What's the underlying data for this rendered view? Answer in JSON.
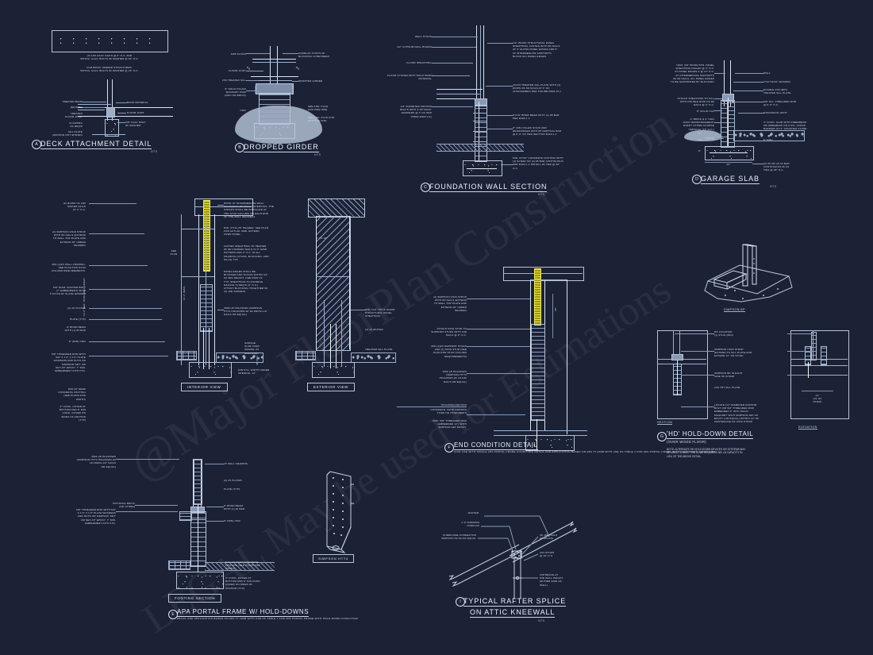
{
  "sheet": {
    "background": "#1c2236",
    "line_color": "#9fb0cc",
    "accent_strap_color": "#e8e03a",
    "watermark_line1": "@Major FloorPlan Construction",
    "watermark_line2": "LEGAL  May be used for Estimations"
  },
  "details": {
    "A": {
      "bubble": "A",
      "title": "DECK ATTACHMENT DETAIL",
      "scale": "NTS",
      "notes": [
        "(3) 10d GALV. NAILS @ 6\" O.C. AND\n5/8\"DIA. GALV. BOLTS W/ WASHER @ 30\" O.C.",
        "FOR BRICK VENEER STRUCTURES:\n5/8\"DIA. GALV. BOLTS W/ WASHER @ 16\" O.C."
      ],
      "labels": [
        "TREATED BAND",
        "DECKING",
        "TREATED\nFLOOR JOIST",
        "FLASHING\nAS REQ'D",
        "SILL PLATE\n(ANCHOR NOT SHOWN)",
        "BAND MATERIAL",
        "FLOOR JOIST",
        "5/8\" GALV. BOLT\nW/ WASHER"
      ]
    },
    "B": {
      "bubble": "B",
      "title": "DROPPED GIRDER",
      "scale": "NTS",
      "labels": [
        "SUB FLOOR",
        "FLOOR JOIST",
        "2x6 TREATED SILL",
        "8\" SOLID FILLED\nMASONRY PIER\n(CMU OR BRICK)",
        "CMU",
        "OVERLAP JOISTS W/\nBLOCKING IN BETWEEN",
        "DROPPED GIRDER",
        "SEE FND. PLAN\nFOR PIER SIZE",
        "SEE FND. PLAN FOR\nFOOTING SIZE",
        "24\" MIN.",
        "8\" MIN."
      ]
    },
    "C": {
      "bubble": "C",
      "title": "FOUNDATION WALL SECTION",
      "scale": "NTS",
      "labels_left": [
        "WALL STUDS",
        "1/2\" GYPSUM WALL BOARD",
        "FLOOR SHEATHING",
        "FLOOR SYSTEM WITH SOLID BAND\nMATERIAL",
        "1/2\" DIAMETER ANCHOR\nBOLTS WITH 2\"x2\"x3/16\"\nWASHERS @ 3' OC PER\nTABLE R403.1(1)"
      ],
      "labels_right": [
        "1/2\" WOOD STRUCTURAL PANEL\nSHEATHING, FASTEN WITH 8d NAILS\nAT 3\" ALONG PANEL EDGES AND 6\"\nAT INTERMEDIATE SUPPORTS.\nBLOCK ALL PANEL EDGES.",
        "(2)2x6 TREATED SILL PLATE WITH (2)\nROWS OF 8d NAILS AT 3\" OC\n(STAGGERED) PER FIGURE R602.10.1",
        "8\"x16\" BOND BEAM WITH (1) #5 BAR\nPER R403.1.1",
        "8\" CMU FILLED SOLID AND\nREINFORCED WITH #5 VERTICAL BAR\n@ 8'-0\" OC PER SECTION R404.1.1",
        "MIN. 24\"x8\" CONCRETE FOOTING WITH\n(3) #4 BAR OR (2) #5 BAR CONTINUOUS\nPER R403.1.1 INSTALL #4 TIES @ 48\"\nO.C."
      ]
    },
    "D": {
      "bubble": "D",
      "title": "GARAGE SLAB",
      "scale": "NTS",
      "labels_left": [
        "NOM. 3/8\" WOOD STR. PANEL\nSHEATHING NAILED @ 3\" O.C.\nAT PANEL EDGES & @ 12\" O.C.\nAT INTERMEDIATE SUPPORTS\nw/ 8d NAILS. ALL PANEL EDGES\nTO BE SUPPORTED BY BLOCKING",
        "ATTACH SHEATHING TO SILL\nWITH DOUBLE ROW OF 8d\nNAILS @ 3\" O.C.",
        "8\" SOLID CAP",
        "4\" BRICK & 4\" CMU\nJOINT REINFORCEMENT\nEVERY OTHER COURSE\nVERTICAL (16\" O.C.)",
        "GRADE"
      ],
      "labels_right": [
        "WALL",
        "2\"x2\"x3/16\" WASHER",
        "DOUBLE 2x6 (MIN)\nTREATED SILL PLATE",
        "5/8\" DIA. THREADED ROD\n@ 6'-0\" O.C.",
        "EXPANSION JOINT",
        "4\" CONC. SLAB WITH FIBERMESH\nOR WIREMESH ON 6 MIL. VAPOR\nBARRIER ON 4\" CRUSHED STONE",
        "8\" CMU",
        "(2) #5 OR (3) #4 BAR\nCONTINUOUS w/ #4\nTIES @ 48\" O.C."
      ],
      "dims": [
        "24\"",
        "8\"",
        "12\"",
        "8\""
      ]
    },
    "E": {
      "bubble": "E",
      "title": "APA PORTAL FRAME W/ HOLD-DOWNS",
      "subtitle": "DETAIL AND APPLICATION BASED ON APA TT-100B WITH USE OF TABLE 1\nFOR APA PORTAL FRAME WITH HOLD-DOWN CAPACITIES.",
      "view_labels": [
        "INTERIOR VIEW",
        "EXTERIOR VIEW",
        "FOOTING SECTION"
      ],
      "labels_left": [
        "(2) ROWS OF 16d\nSINKER NAILS\nAT 3\" O.C.",
        "(2) SIMPSON CS16 STRAP\nWITH 8d NAILS (EXTEND\nTO WALL TOP PLATE AND\nEXTEND 28\" UNDER\nHEADER)",
        "MIN (2)2X WALL FRAMING,\nSEE PLAN FOR STUD\nCOLUMN REQUIREMENTS.",
        "5/8\" DIAM. ANCHOR BOLT\n(7\" EMBEDMENT) WITH\n3\"x2\"x3/16\" PLATE WASHER",
        "(2) 2x PLATES",
        "PLATE (TYP)",
        "8\" BOND BEAM\nWITH (1) #4 BAR",
        "8\" (MIN) CMU",
        "5/8\" THREADED ROD WITH\n5/8\" x 1.5\" x 1.5\" PLATE\nWASHERS AND NUTS OR\nSIMPSON 'SET' OR\nSET-XP' EPOXY. 7\" MIN.\nEMBEDMENT INTO FTG.",
        "MIN 18\" DEEP\nCONCRETE FOOTING\n(SEE PLANS FOR\nWIDTH)",
        "3\" CONC. COVER AT\nBOTTOM AND 6\" MIN\nCONC. COVER ON\nSIDES OF ANCHOR\n(TYP)"
      ],
      "labels_mid": [
        "NOTE: AT INTERMEDIATE WALL\nSEGMENTS BETWEEN OPENINGS, THE\nSTRAPS SHALL BE INSTALLED AT\nTHE STUD COLUMN ON EACH END\nOF THE WALL SEGMENT.",
        "MIN. 3\"x11.25\" HEADER. SEE PLAN\nFOR ACTUAL SIZE. EXTEND\nOVER PANEL.",
        "FASTEN SHEATHING TO HEADER\nW/ 8d COMMON NAILS IN 3\" GRID\nPATTERN AND 3\" O.C. IN ALL\nFRAMING (STUDS, BLOCKING, AND\nSILLS) TYP.",
        "PANEL EDGES SHALL BE\nBLOCKED AND OCCUR WITHIN 24\"\nOF MID-HEIGHT. ONE ROW OF\nTYP. SHEATHING-TO-FRAMING\nNAILING IS REQ'D (3\" O.C.)\nATTACH BLOCKING TOGETHER W/\n(3) 16d SINKERS.",
        "3500 LB HOLDOWN (SIMPSON\nHTT4 HOLDOWN W/ 18-16dx2-1/2\"\nNAILS OR EQUAL)",
        "GARAGE\nSLAB OVER\nGRAVEL AS\nSPECIFIED",
        "MIN FTG. WIDTH UNDER\nOPENING: 12\"",
        "SEE\nPLAN",
        "10'-0\" MAX. TOTAL WALL HEIGHT",
        "16'-0\" (MAX)",
        "48\" MAX"
      ],
      "labels_right": [
        "6\" TO 18\"",
        "MIN 7/16\" THICK WOOD\nSTRUCTURAL PANEL\nSHEATHING",
        "(2) 2x PLATES",
        "TREATED SILL PLATE"
      ],
      "labels_footing": [
        "3500 LB HOLDOWN\n(SIMPSON HTT4 HOLDOWN W/\n18-16dx2-1/2\" NAILS\nOR EQUAL)",
        "OPTIONAL BRICK\n(OR OTHER)",
        "2X WALL FRAMING",
        "(2) 2x PLATES",
        "PLATE (TYP)",
        "8\" BOND BEAM\nWITH (1) #4 BAR",
        "8\" (MIN) CMU",
        "5/8\" THREADED ROD WITH 5/8\"\nx 1.5\" x 1.5\" PLATE WASHERS\nAND NUTS OR SIMPSON 'SET'\nOR SET-XP' EPOXY. 7\" MIN.\nEMBEDMENT INTO FTG.",
        "MIN 18\" DEEP CONCRETE\nFOOTING (SEE PLANS FOR\nWIDTH)",
        "3\" CONC. COVER AT\nBOTTOM AND 6\" MIN CONC.\nCOVER ON SIDES OF\nANCHOR (TYP)"
      ],
      "hardware_label": "SIMPSON HTT4"
    },
    "F": {
      "bubble": "F",
      "title": "END CONDITION DETAIL",
      "subtitle": "(FOR USE WITH SINGLE APA PORTAL\nFRAME CONDITION)\nDETAIL AND APPLICATION BASED ON APA\nTT-100B WITH USE OF TABLE 1 FOR APA PORTAL\nFRAME WITH HOLD-DOWN CAPACITIES.",
      "labels": [
        "(2) SIMPSON CS16 STRAP\nWITH 8d NAILS (EXTEND\nTO WALL TOP PLATE AND\nEXTEND 28\" UNDER\nHEADER)",
        "ATTACH KING STUD TO\nSUPPORT STUDS WITH 10d\nNAILS @ 6\" O.C.",
        "MIN (2)2X SUPPORT STUDS\nAND (1) KING STUD (SEE\nPLAN FOR STUD COLUMN\nREQUIREMENTS)",
        "1000 LB HOLDOWN\n(SIMPSON HTT4\nHOLDOWN W/ 18-10d\nNAILS OR EQUAL)",
        "HOLDOWN ANCHOR",
        "CONCRETE: 5/8\"Ø SIMPSON\nTITEN HD (THD62800H)",
        "CMU: 5/8\" THREADED ROD\n(EMBEDDED 12\") WITH\nSIMPSON SET EPOXY.",
        "28\""
      ]
    },
    "G": {
      "bubble": "G",
      "title": "'HD' HOLD-DOWN DETAIL",
      "subtitle": "(OVER WOOD FLOOR)",
      "note": "NOTE: ALTERNATE HD HOLD-DOWN DEVICES OR SYSTEMS MAY\nBE USED TO MEET THE CODE REQUIRED 800 LB CAPACITY IN\nLIEU OF THE ABOVE DETAIL.",
      "hardware_label": "SIMPSON BP",
      "view_labels": [
        "SECTION",
        "ELEVATION"
      ],
      "labels": [
        "HD LOCATION\n(1) STUD (MIN)",
        "SIMPSON CS16 STRAP\n(EXTEND TO SILL PLATE AND\nEXTEND 12\" ON STUD)",
        "SIMPSON BP IN EACH\nSIDE OF STRAP",
        "2x6 TRT SILL PLATE",
        "LOCATE 1/2\" DIAMETER ANCHOR\nBOLT (OR 5/8\" THREADED ROD\nEMBEDDED 4\" INTO SOLID\nMASONRY WITH SIMPSON SET-XP\nEPOXY (OR EQUAL) WITHIN 12\" OF\nCENTERLINE OF CS16 STRAP.",
        "12\"\nC/L OF\nSTRAP"
      ]
    },
    "I": {
      "bubble": "I",
      "title_line1": "TYPICAL RAFTER SPLICE",
      "title_line2": "ON ATTIC KNEEWALL",
      "scale": "NTS",
      "labels": [
        "RAFTER",
        "1'-0\" MINIMUM\nOVERLAP",
        "HURRICANE CONNECTOR\nSIMPSON H2.5A OR EQUAL",
        "(6) 16d NAILS\nAT SPLICE",
        "2x4 STUDS\n@ 16\" O.C.",
        "2x8 BRACE AT\nMID WALL HEIGHT\n(EITHER SIDE OF\nWALL)"
      ]
    }
  }
}
